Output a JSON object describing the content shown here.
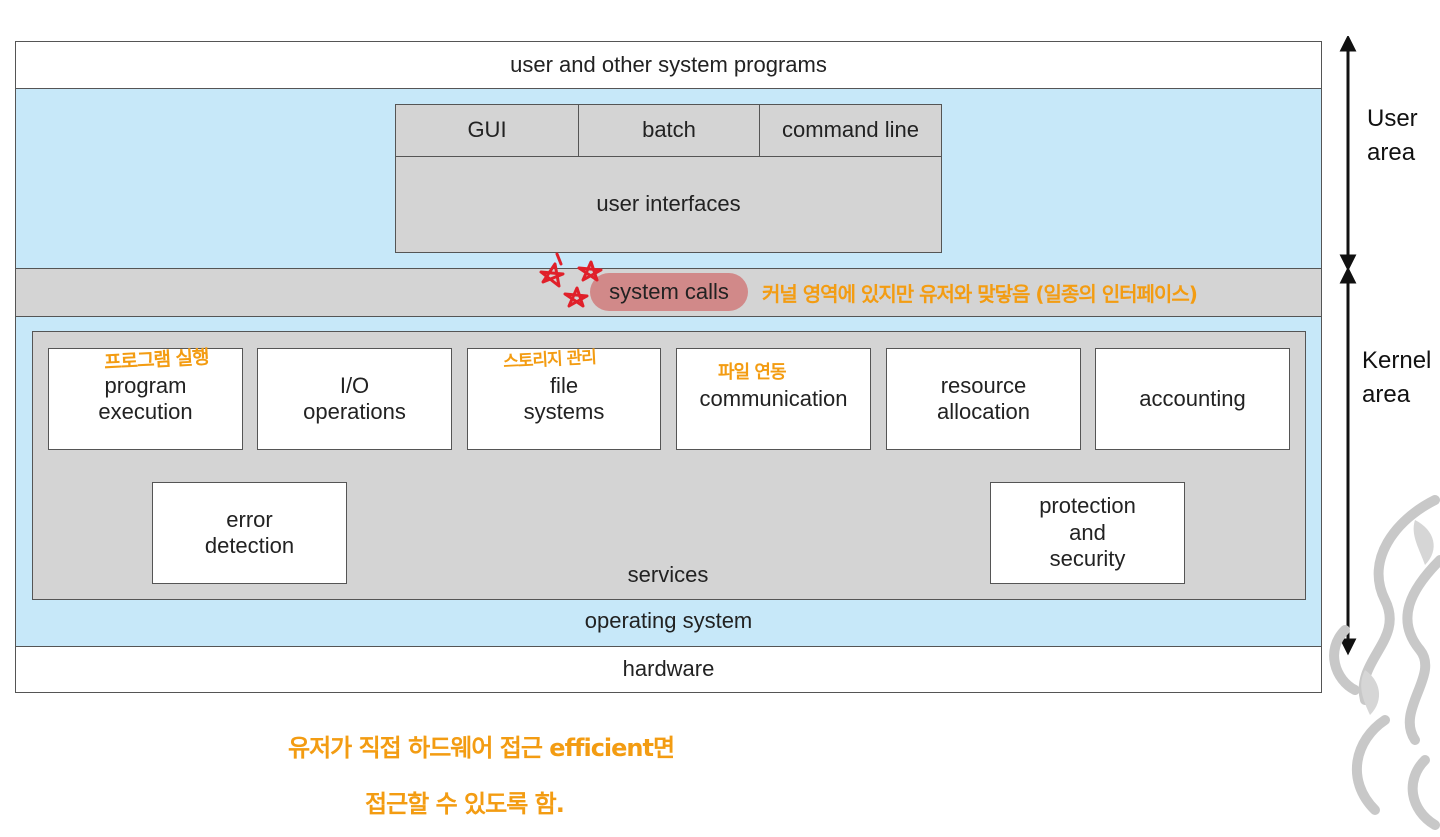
{
  "layers": {
    "user_programs": "user and other system programs",
    "ui_options": [
      "GUI",
      "batch",
      "command line"
    ],
    "user_interfaces": "user interfaces",
    "system_calls": "system calls",
    "services_top": [
      [
        "program",
        "execution"
      ],
      [
        "I/O",
        "operations"
      ],
      [
        "file",
        "systems"
      ],
      [
        "communication"
      ],
      [
        "resource",
        "allocation"
      ],
      [
        "accounting"
      ]
    ],
    "services_bottom": {
      "error": [
        "error",
        "detection"
      ],
      "protection": [
        "protection",
        "and",
        "security"
      ]
    },
    "services": "services",
    "operating_system": "operating system",
    "hardware": "hardware"
  },
  "side_labels": {
    "user_area": [
      "User",
      "area"
    ],
    "kernel_area": [
      "Kernel",
      "area"
    ]
  },
  "annotations": {
    "system_calls_note": "커널 영역에 있지만 유저와 맞닿음 (일종의 인터페이스)",
    "program_execution_note": "프로그램 실행",
    "file_systems_note": "스토리지 관리",
    "communication_note": "파일 연동",
    "bottom_note_line1": "유저가 직접 하드웨어 접근 efficient면",
    "bottom_note_line2": "접근할 수 있도록 함."
  },
  "colors": {
    "blue_layer": "#c7e8f9",
    "gray_layer": "#d4d4d4",
    "annotation": "#f39c12",
    "highlight": "#d07070"
  }
}
